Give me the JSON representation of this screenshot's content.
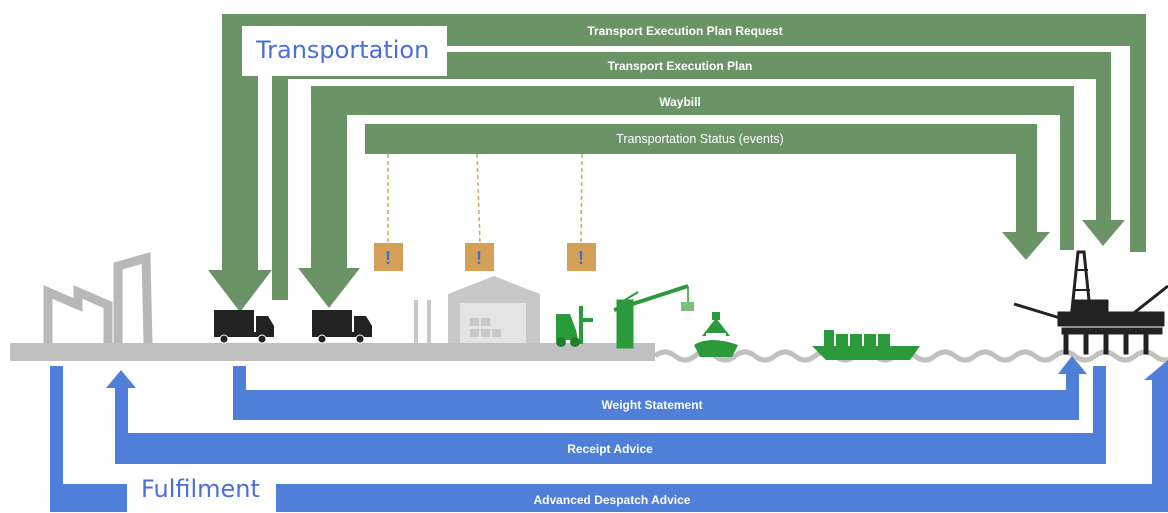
{
  "sections": {
    "transportation": "Transportation",
    "fulfilment": "Fulfilment"
  },
  "transport_messages": [
    "Transport Execution Plan Request",
    "Transport Execution Plan",
    "Waybill",
    "Transportation Status (events)"
  ],
  "fulfilment_messages": [
    "Weight Statement",
    "Receipt Advice",
    "Advanced Despatch Advice"
  ],
  "event_markers": [
    "!",
    "!",
    "!"
  ],
  "colors": {
    "transport_green": "#6b9466",
    "fulfilment_blue": "#4f7fd8",
    "ground_gray": "#c0c0c0",
    "icon_green": "#2b9a3b",
    "marker_orange": "#d8a35a"
  }
}
